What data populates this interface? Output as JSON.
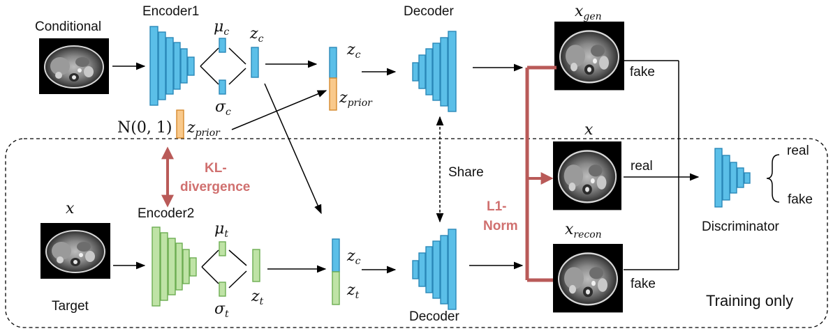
{
  "labels": {
    "encoder1": "Encoder1",
    "encoder2": "Encoder2",
    "decoder_top": "Decoder",
    "decoder_bottom": "Decoder",
    "discriminator": "Discriminator",
    "conditional": "Conditional",
    "target": "Target",
    "share": "Share",
    "kl_line1": "KL-",
    "kl_line2": "divergence",
    "l1_line1": "L1-",
    "l1_line2": "Norm",
    "fake_gen": "fake",
    "real_x": "real",
    "fake_recon": "fake",
    "out_real": "real",
    "out_fake": "fake",
    "training_only": "Training only"
  },
  "math": {
    "mu_c": "μ",
    "mu_c_sub": "c",
    "sigma_c": "σ",
    "sigma_c_sub": "c",
    "z_c_top": "z",
    "z_c_top_sub": "c",
    "z_c_concat_top": "z",
    "z_c_concat_top_sub": "c",
    "z_prior_concat": "z",
    "z_prior_concat_sub": "prior",
    "normal": "N(0, 1)",
    "z_prior": "z",
    "z_prior_sub": "prior",
    "x_target": "x",
    "mu_t": "μ",
    "mu_t_sub": "t",
    "sigma_t": "σ",
    "sigma_t_sub": "t",
    "z_t": "z",
    "z_t_sub": "t",
    "z_c_concat_bot": "z",
    "z_c_concat_bot_sub": "c",
    "z_t_concat": "z",
    "z_t_concat_sub": "t",
    "x_gen": "x",
    "x_gen_sub": "gen",
    "x_real": "x",
    "x_recon": "x",
    "x_recon_sub": "recon"
  },
  "colors": {
    "encoder1": "#5bbfe8",
    "encoder2": "#bfe3a6",
    "prior": "#f9c98b",
    "kl_arrow": "#b95a58",
    "loss_text": "#d0706f"
  },
  "images": [
    "conditional-ct-slice",
    "target-ct-slice",
    "generated-ct-slice",
    "real-ct-slice",
    "reconstructed-ct-slice"
  ]
}
